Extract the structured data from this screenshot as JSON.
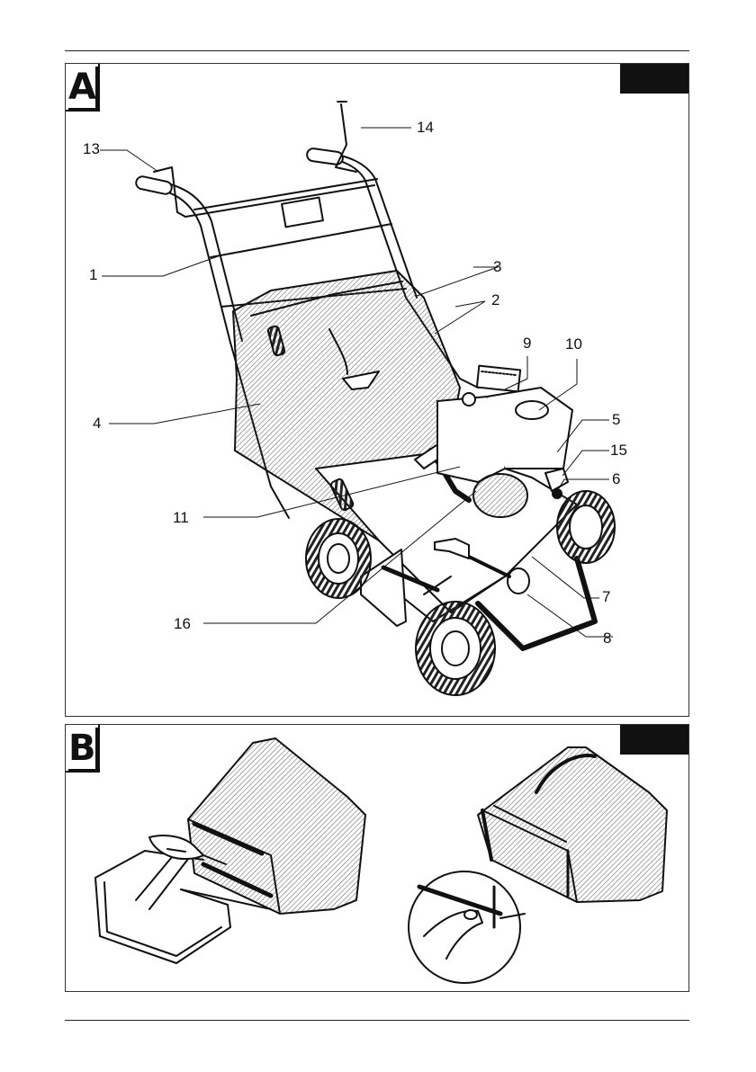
{
  "panel_a": {
    "letter": "A",
    "callouts": [
      "1",
      "2",
      "3",
      "4",
      "5",
      "6",
      "7",
      "8",
      "9",
      "10",
      "11",
      "13",
      "14",
      "15",
      "16"
    ]
  },
  "panel_b": {
    "letter": "B"
  },
  "colors": {
    "ink": "#111111",
    "tab": "#111111",
    "hatch": "#555555"
  }
}
